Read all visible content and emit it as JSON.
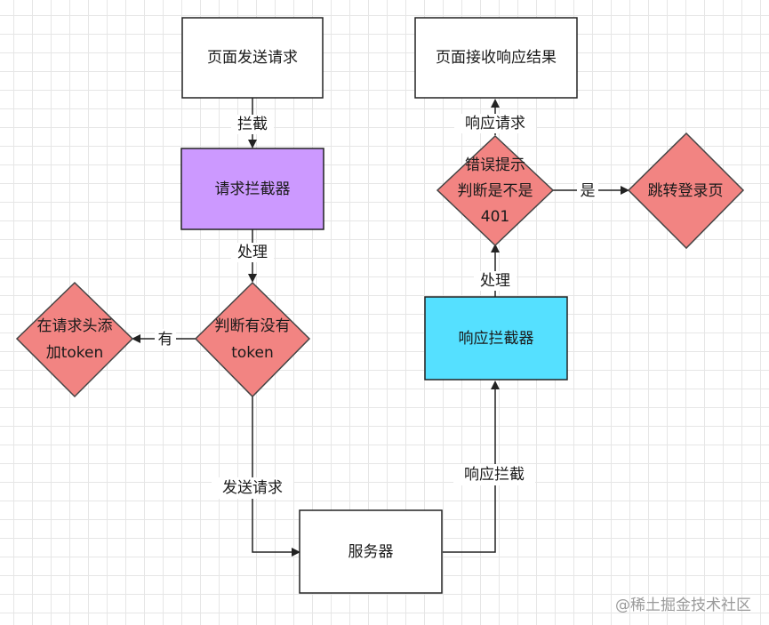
{
  "nodes": {
    "page_send": {
      "label": "页面发送请求"
    },
    "page_receive": {
      "label": "页面接收响应结果"
    },
    "request_interceptor": {
      "label": "请求拦截器",
      "color": "#cc99ff"
    },
    "response_interceptor": {
      "label": "响应拦截器",
      "color": "#55e0ff"
    },
    "check_401": {
      "lines": [
        "错误提示",
        "判断是不是",
        "401"
      ],
      "color": "#f28482"
    },
    "redirect_login": {
      "label": "跳转登录页",
      "color": "#f28482"
    },
    "check_token": {
      "lines": [
        "判断有没有",
        "token"
      ],
      "color": "#f28482"
    },
    "add_token": {
      "lines": [
        "在请求头添",
        "加token"
      ],
      "color": "#f28482"
    },
    "server": {
      "label": "服务器"
    }
  },
  "edges": {
    "intercept": "拦截",
    "process_request": "处理",
    "has_token": "有",
    "send_request": "发送请求",
    "server_to_response": "响应拦截",
    "process_response": "处理",
    "response_request": "响应请求",
    "is_401": "是"
  },
  "watermark": "@稀土掘金技术社区"
}
